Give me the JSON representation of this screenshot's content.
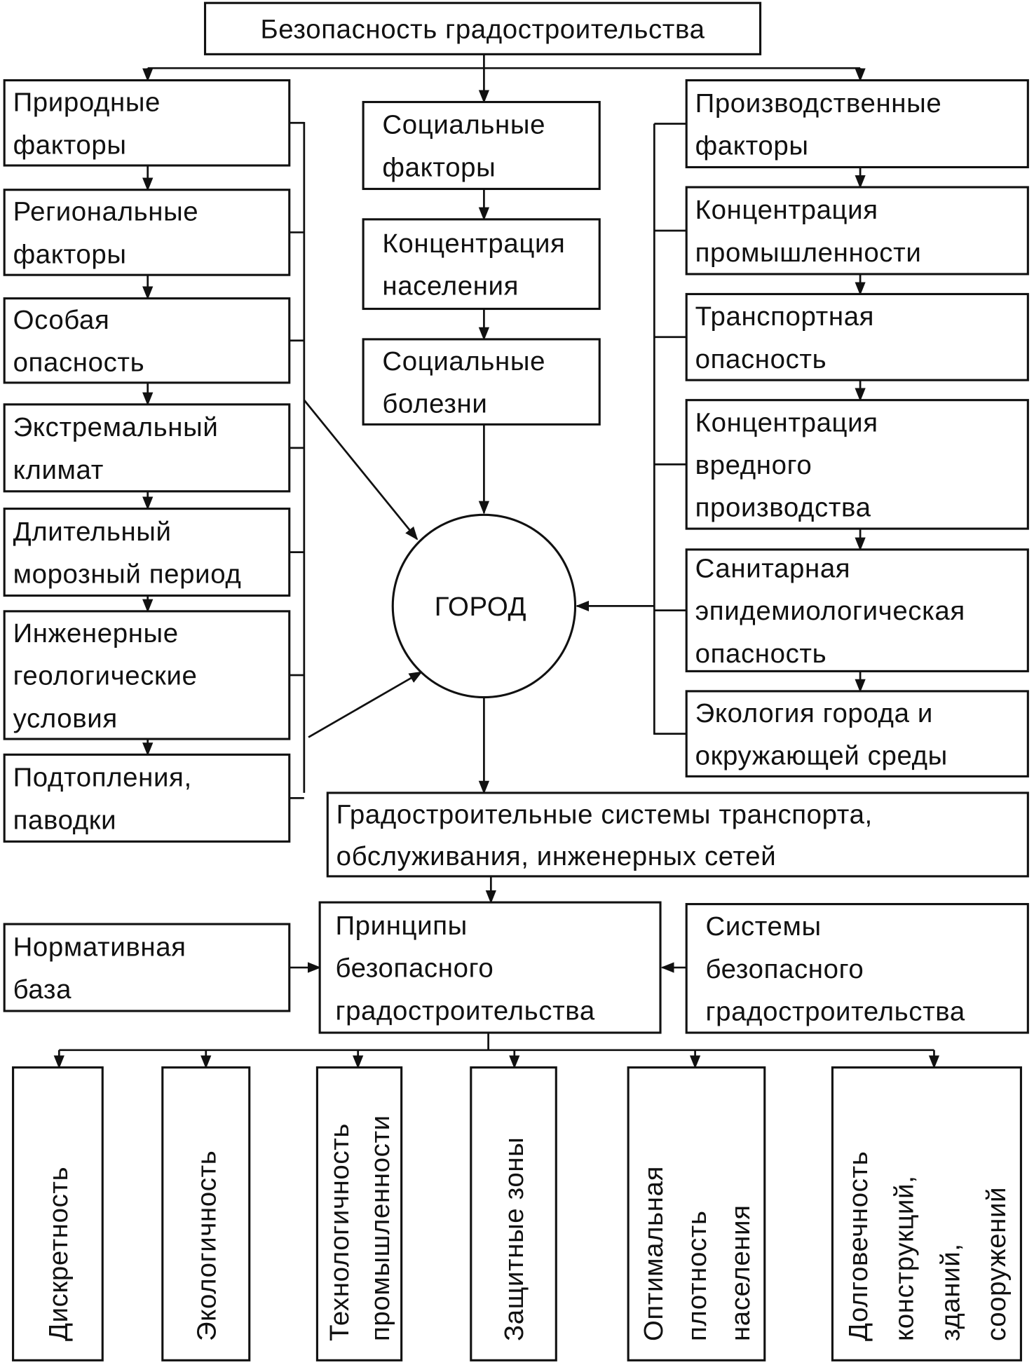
{
  "title": "Безопасность градостроительства",
  "natural": [
    [
      "Природные",
      "факторы"
    ],
    [
      "Региональные",
      "факторы"
    ],
    [
      "Особая",
      "опасность"
    ],
    [
      "Экстремальный",
      "климат"
    ],
    [
      "Длительный",
      "морозный период"
    ],
    [
      "Инженерные",
      "геологические",
      "условия"
    ],
    [
      "Подтопления,",
      "паводки"
    ]
  ],
  "social": [
    [
      "Социальные",
      "факторы"
    ],
    [
      "Концентрация",
      "населения"
    ],
    [
      "Социальные",
      "болезни"
    ]
  ],
  "industrial": [
    [
      "Производственные",
      "факторы"
    ],
    [
      "Концентрация",
      "промышленности"
    ],
    [
      "Транспортная",
      "опасность"
    ],
    [
      "Концентрация",
      "вредного",
      "производства"
    ],
    [
      "Санитарная",
      "эпидемиологическая",
      "опасность"
    ],
    [
      "Экология города и",
      "окружающей среды"
    ]
  ],
  "city": "ГОРОД",
  "urban_systems": [
    "Градостроительные системы транспорта,",
    "обслуживания, инженерных сетей"
  ],
  "regulatory": [
    "Нормативная",
    "база"
  ],
  "principles": [
    "Принципы",
    "безопасного",
    "градостроительства"
  ],
  "systems": [
    "Системы",
    "безопасного",
    "градостроительства"
  ],
  "principle_items": [
    [
      "Дискретность"
    ],
    [
      "Экологичность"
    ],
    [
      "Технологичность",
      "промышленности"
    ],
    [
      "Защитные зоны"
    ],
    [
      "Оптимальная",
      "плотность",
      "населения"
    ],
    [
      "Долговечность",
      "конструкций,",
      "зданий,",
      "сооружений"
    ]
  ]
}
